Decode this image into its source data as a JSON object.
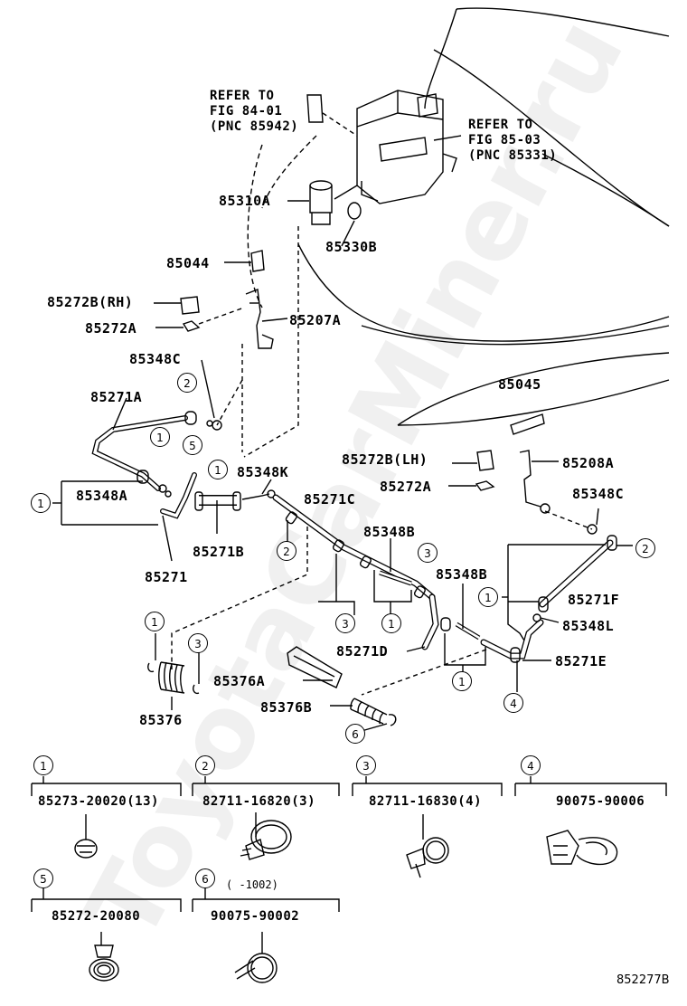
{
  "watermark": "ToyotaCarMiner.ru",
  "refer_left": "REFER TO\nFIG 84-01\n(PNC 85942)",
  "refer_right": "REFER TO\nFIG 85-03\n(PNC 85331)",
  "parts": {
    "p85310A": "85310A",
    "p85330B": "85330B",
    "p85044": "85044",
    "p85272B_RH": "85272B(RH)",
    "p85272A_top": "85272A",
    "p85207A": "85207A",
    "p85348C_top": "85348C",
    "p85271A": "85271A",
    "p85045": "85045",
    "p85272B_LH": "85272B(LH)",
    "p85208A": "85208A",
    "p85272A_mid": "85272A",
    "p85348K": "85348K",
    "p85348A": "85348A",
    "p85271C": "85271C",
    "p85348C_mid": "85348C",
    "p85271B": "85271B",
    "p85348B_a": "85348B",
    "p85271": "85271",
    "p85348B_b": "85348B",
    "p85271F": "85271F",
    "p85348L": "85348L",
    "p85271D": "85271D",
    "p85271E": "85271E",
    "p85376A": "85376A",
    "p85376B": "85376B",
    "p85376": "85376"
  },
  "callouts": [
    "1",
    "2",
    "3",
    "4",
    "5",
    "6"
  ],
  "legend": [
    {
      "key": "1",
      "part": "85273-20020(13)"
    },
    {
      "key": "2",
      "part": "82711-16820(3)"
    },
    {
      "key": "3",
      "part": "82711-16830(4)"
    },
    {
      "key": "4",
      "part": "90075-90006"
    },
    {
      "key": "5",
      "part": "85272-20080"
    },
    {
      "key": "6",
      "part": "90075-90002",
      "note": "( -1002)"
    }
  ],
  "figure_code": "852277B"
}
